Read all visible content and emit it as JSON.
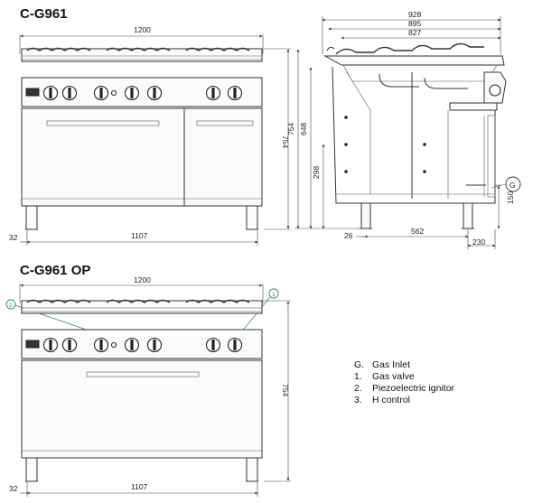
{
  "top_front": {
    "title": "C-G961",
    "width_label": "1200",
    "height_label": "754",
    "foot_label": "32",
    "inner_width_label": "1107"
  },
  "side": {
    "depth_outer": "928",
    "depth_mid": "895",
    "depth_inner": "827",
    "h_total": "754",
    "h_work": "648",
    "h_oven": "298",
    "h_inlet": "150",
    "foot_offset": "26",
    "depth_base": "562",
    "inlet_offset": "230",
    "inlet_callout": "G"
  },
  "bottom_front": {
    "title": "C-G961 OP",
    "width_label": "1200",
    "height_label": "754",
    "foot_label": "32",
    "inner_width_label": "1107",
    "callout_left": "2",
    "callout_right": "1"
  },
  "legend": [
    {
      "key": "G.",
      "text": "Gas Inlet"
    },
    {
      "key": "1.",
      "text": "Gas valve"
    },
    {
      "key": "2.",
      "text": "Piezoelectric ignitor"
    },
    {
      "key": "3.",
      "text": "H control"
    }
  ],
  "colors": {
    "line": "#333333",
    "callout": "#2a8a7a",
    "background": "#ffffff"
  }
}
